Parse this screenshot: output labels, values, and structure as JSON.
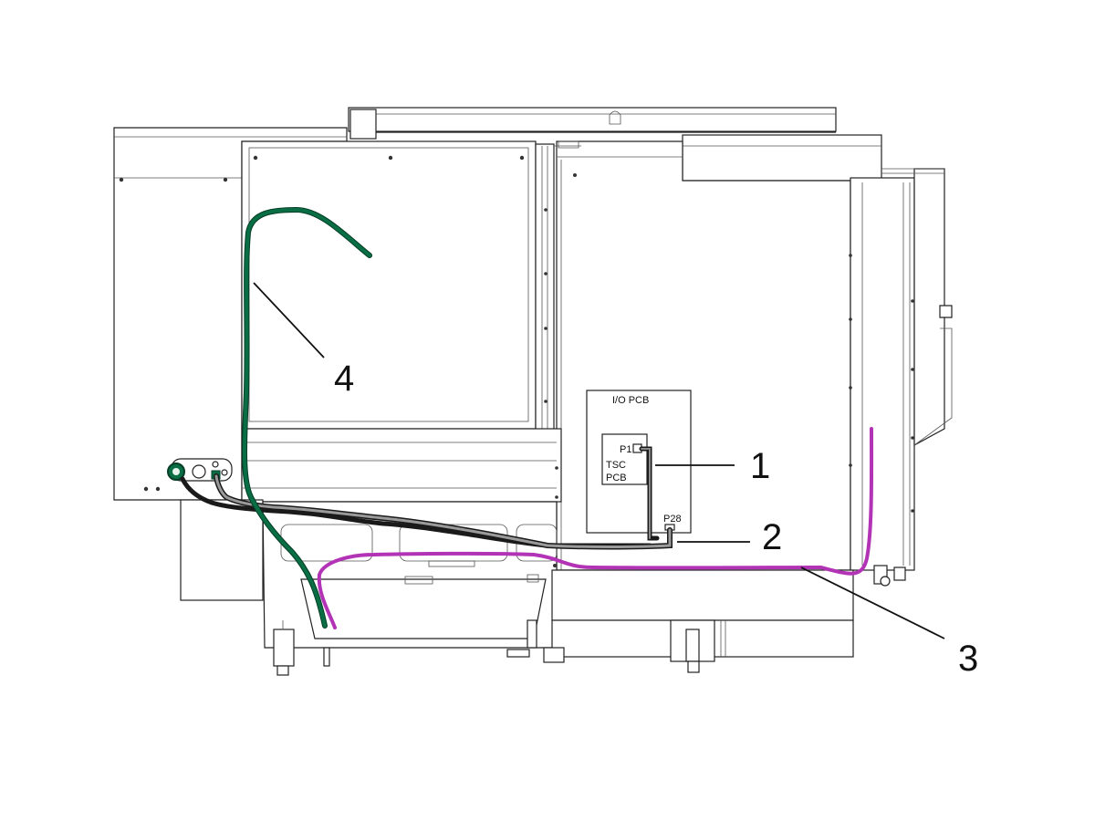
{
  "labels": {
    "io_pcb": "I/O PCB",
    "p1": "P1",
    "tsc_line1": "TSC",
    "tsc_line2": "PCB",
    "p28": "P28"
  },
  "callouts": [
    "1",
    "2",
    "3",
    "4"
  ],
  "colors": {
    "cable_green": "#0a6e45",
    "cable_magenta": "#b233b5",
    "cable_black": "#1a1a1a",
    "cable_gray": "#8a8a8a",
    "line": "#222222"
  }
}
